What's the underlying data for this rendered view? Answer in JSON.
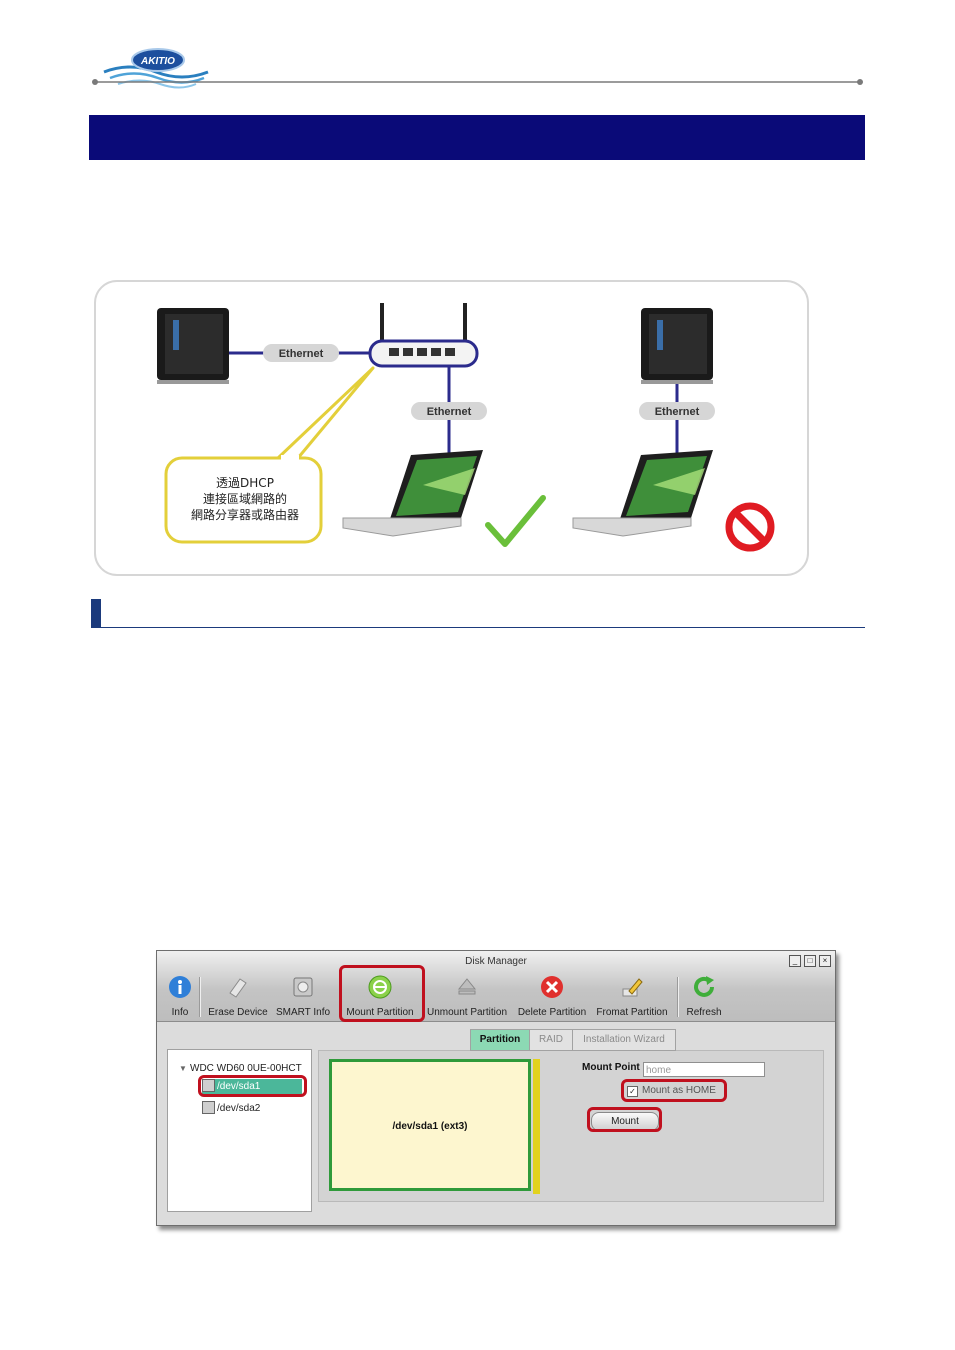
{
  "brand": {
    "logo_text": "AKITIO"
  },
  "figure": {
    "link_labels": [
      "Ethernet",
      "Ethernet",
      "Ethernet"
    ],
    "callout_lines": [
      "透過DHCP",
      "連接區域網路的",
      "網路分享器或路由器"
    ],
    "ok_icon": "check-mark-icon",
    "not_ok_icon": "prohibited-icon"
  },
  "disk_manager": {
    "title": "Disk Manager",
    "window_buttons": [
      "minimize-icon",
      "maximize-icon",
      "close-icon"
    ],
    "toolbar": {
      "info": "Info",
      "erase_device": "Erase Device",
      "smart_info": "SMART Info",
      "mount_partition": "Mount Partition",
      "unmount_partition": "Unmount Partition",
      "delete_partition": "Delete Partition",
      "format_partition": "Fromat Partition",
      "refresh": "Refresh"
    },
    "tree": {
      "disk": "WDC WD60 0UE-00HCT",
      "items": [
        "/dev/sda1",
        "/dev/sda2"
      ],
      "selected": "/dev/sda1"
    },
    "tabs": [
      "Partition",
      "RAID",
      "Installation Wizard"
    ],
    "active_tab": "Partition",
    "partition_label": "/dev/sda1 (ext3)",
    "mount_point_label": "Mount Point",
    "mount_point_value": "home",
    "mount_as_home_label": "Mount as HOME",
    "mount_as_home_checked": true,
    "mount_button": "Mount",
    "highlight_color": "#c0101e"
  }
}
